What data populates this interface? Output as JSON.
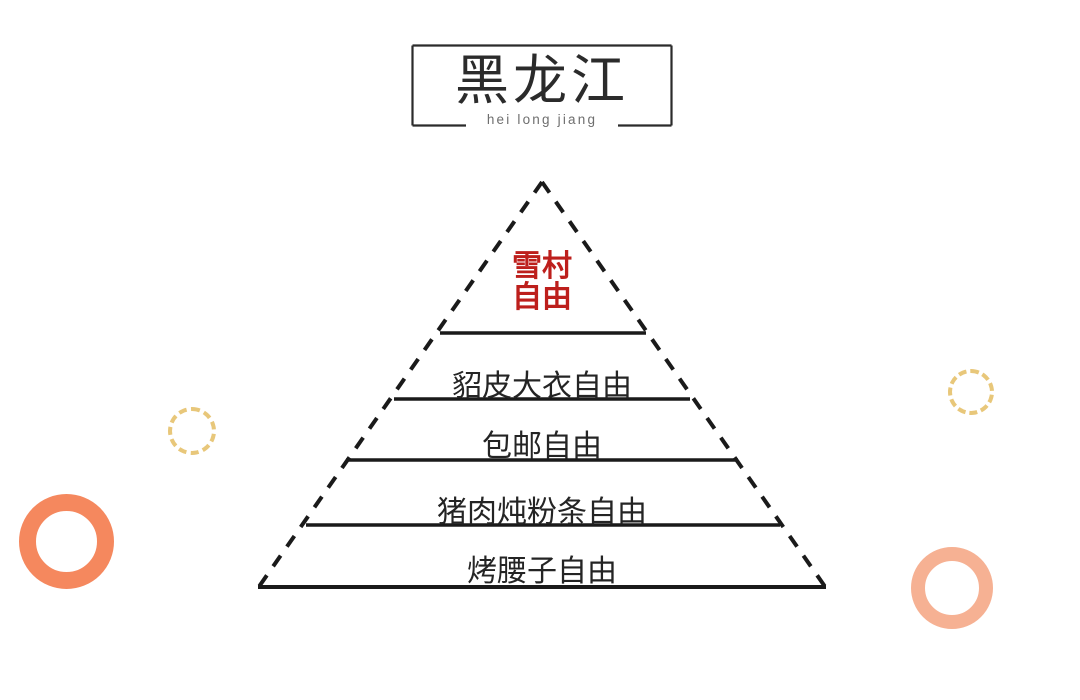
{
  "title": {
    "chinese": "黑龙江",
    "pinyin": "hei long jiang"
  },
  "colors": {
    "accent_red": "#bd1f1c",
    "text_dark": "#242424",
    "pinyin_grey": "#6e6e6e",
    "ring_orange": "#f5885e",
    "ring_peach": "#f6b193",
    "ring_gold": "#e8c77a",
    "outline": "#1a1a1a"
  },
  "chart_data": {
    "type": "pyramid",
    "title": "黑龙江",
    "subtitle": "hei long jiang",
    "orientation": "apex-top",
    "tier_count": 5,
    "note": "Hierarchy of 'freedoms' — narrowest/most aspirational at top, broadest/most attainable at bottom",
    "categories": [
      "雪村自由",
      "貂皮大衣自由",
      "包邮自由",
      "猪肉炖粉条自由",
      "烤腰子自由"
    ],
    "tiers": [
      {
        "rank": 1,
        "label": "雪村自由",
        "label_lines": [
          "雪村",
          "自由"
        ],
        "color": "#bd1f1c",
        "highlight": true,
        "width_ratio": 0.36
      },
      {
        "rank": 2,
        "label": "貂皮大衣自由",
        "label_lines": [
          "貂皮大衣自由"
        ],
        "color": "#242424",
        "highlight": false,
        "width_ratio": 0.52
      },
      {
        "rank": 3,
        "label": "包邮自由",
        "label_lines": [
          "包邮自由"
        ],
        "color": "#242424",
        "highlight": false,
        "width_ratio": 0.69
      },
      {
        "rank": 4,
        "label": "猪肉炖粉条自由",
        "label_lines": [
          "猪肉炖粉条自由"
        ],
        "color": "#242424",
        "highlight": false,
        "width_ratio": 0.84
      },
      {
        "rank": 5,
        "label": "烤腰子自由",
        "label_lines": [
          "烤腰子自由"
        ],
        "color": "#242424",
        "highlight": false,
        "width_ratio": 1.0
      }
    ],
    "style": {
      "sides": "dashed",
      "base": "solid",
      "dividers": "solid",
      "fill": "none",
      "grid": false,
      "legend": false
    }
  },
  "decorations": [
    {
      "name": "ring-orange-large",
      "shape": "ring",
      "style": "solid",
      "color": "#f5885e"
    },
    {
      "name": "ring-peach-right",
      "shape": "ring",
      "style": "solid",
      "color": "#f6b193"
    },
    {
      "name": "ring-gold-left",
      "shape": "ring",
      "style": "dashed",
      "color": "#e8c77a"
    },
    {
      "name": "ring-gold-right",
      "shape": "ring",
      "style": "dashed",
      "color": "#e8c77a"
    }
  ]
}
